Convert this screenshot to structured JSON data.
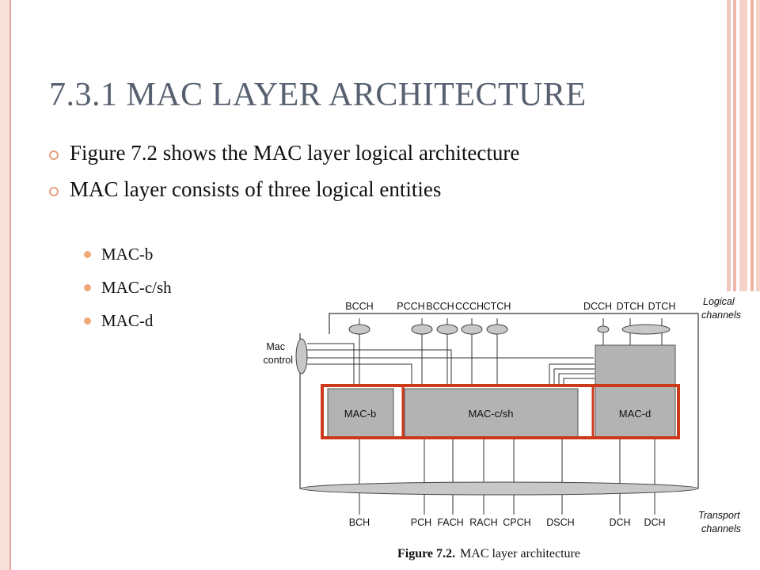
{
  "slide": {
    "title": "7.3.1 MAC LAYER ARCHITECTURE",
    "bullets": [
      "Figure 7.2 shows the MAC layer logical architecture",
      "MAC layer consists of three logical entities"
    ],
    "sub_bullets": [
      "MAC-b",
      "MAC-c/sh",
      "MAC-d"
    ]
  },
  "figure": {
    "caption_label": "Figure 7.2.",
    "caption_text": "MAC layer architecture",
    "logical_channels": [
      "BCCH",
      "PCCH",
      "BCCH",
      "CCCH",
      "CTCH",
      "DCCH",
      "DTCH",
      "DTCH"
    ],
    "logical_channels_label": [
      "Logical",
      "channels"
    ],
    "transport_channels": [
      "BCH",
      "PCH",
      "FACH",
      "RACH",
      "CPCH",
      "DSCH",
      "DCH",
      "DCH"
    ],
    "transport_channels_label": [
      "Transport",
      "channels"
    ],
    "mac_control_label": [
      "Mac",
      "control"
    ],
    "entities": [
      "MAC-b",
      "MAC-c/sh",
      "MAC-d"
    ],
    "highlight_color": "#cc3a1a",
    "box_fill": "#b3b3b3"
  }
}
